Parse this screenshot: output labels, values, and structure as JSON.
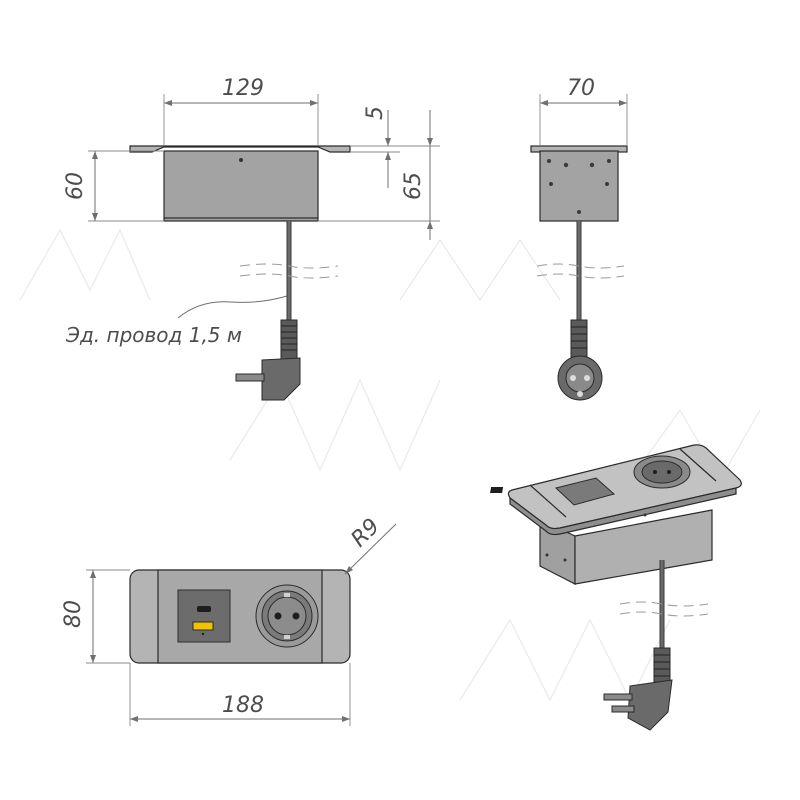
{
  "diagram": {
    "dimensions": {
      "front_width": "129",
      "front_height": "60",
      "flange_thickness": "5",
      "total_height": "65",
      "side_width": "70",
      "top_length": "188",
      "top_width": "80",
      "corner_radius": "R9"
    },
    "cable_note": "Эд. провод 1,5 м",
    "colors": {
      "body": "#a3a3a3",
      "plate": "#b4b4b4",
      "outline": "#2b2b2b",
      "dimension": "#6f6f6f",
      "usb_accent": "#f2c200"
    }
  }
}
